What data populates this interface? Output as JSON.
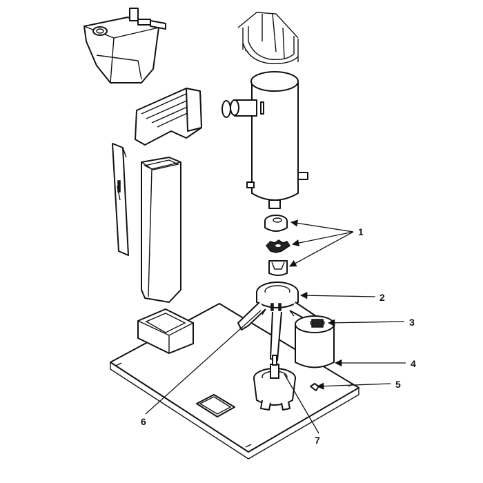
{
  "diagram": {
    "callouts": [
      {
        "id": "c1",
        "label": "1"
      },
      {
        "id": "c2",
        "label": "2"
      },
      {
        "id": "c3",
        "label": "3"
      },
      {
        "id": "c4",
        "label": "4"
      },
      {
        "id": "c5",
        "label": "5"
      },
      {
        "id": "c6",
        "label": "6"
      },
      {
        "id": "c7",
        "label": "7"
      }
    ],
    "colors": {
      "ink": "#111111",
      "paper": "#ffffff"
    }
  }
}
